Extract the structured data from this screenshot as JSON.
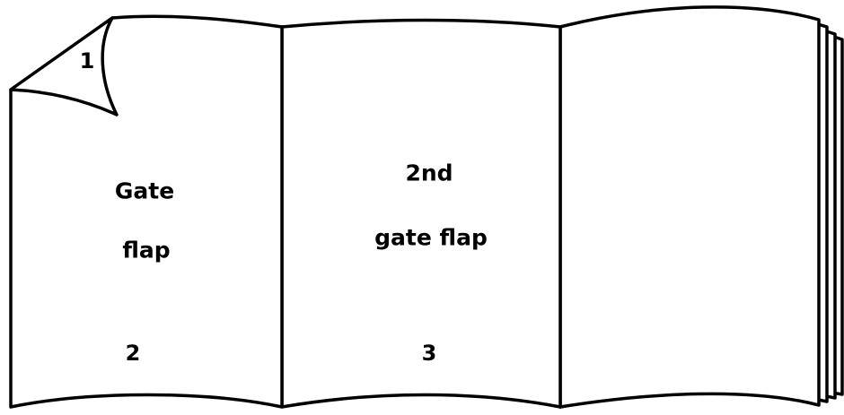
{
  "panels": {
    "left": {
      "corner_number": "1",
      "title_line1": "Gate",
      "title_line2": "flap",
      "page_number": "2"
    },
    "middle": {
      "title_line1": "2nd",
      "title_line2": "gate flap",
      "page_number": "3"
    }
  },
  "colors": {
    "stroke": "#000000",
    "paper": "#ffffff"
  }
}
